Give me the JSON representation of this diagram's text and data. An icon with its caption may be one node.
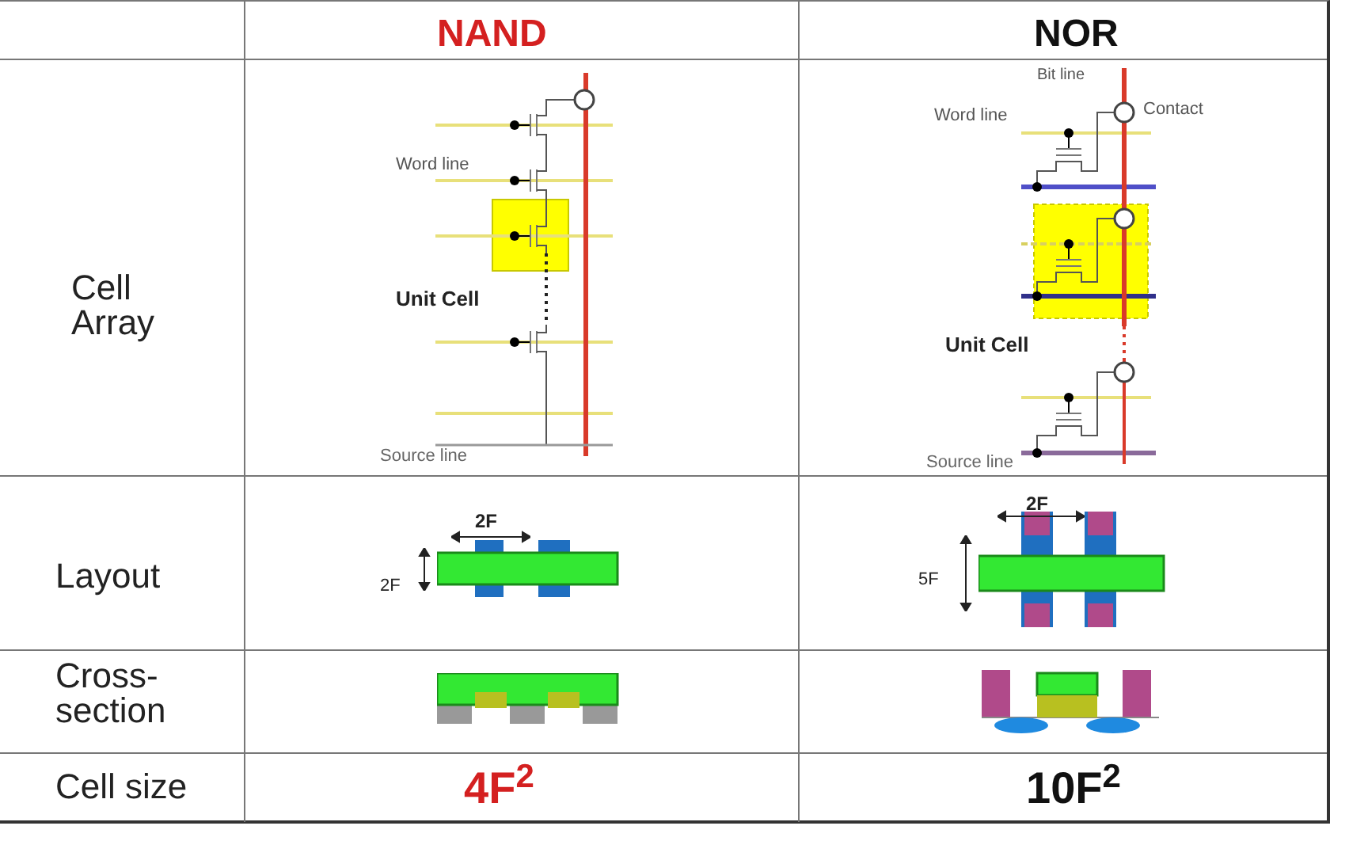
{
  "diagram": {
    "labels": [
      "NAND",
      "NOR",
      "Cell Array",
      "Word line",
      "Unit Cell",
      "Source line",
      "Bit line",
      "Word line",
      "Contact",
      "Unit Cell",
      "Source line",
      "Layout",
      "2F",
      "2F",
      "2F",
      "5F",
      "Cross-section",
      "Cell size",
      "4F$^{2}$",
      "10F$^{2}$"
    ]
  }
}
